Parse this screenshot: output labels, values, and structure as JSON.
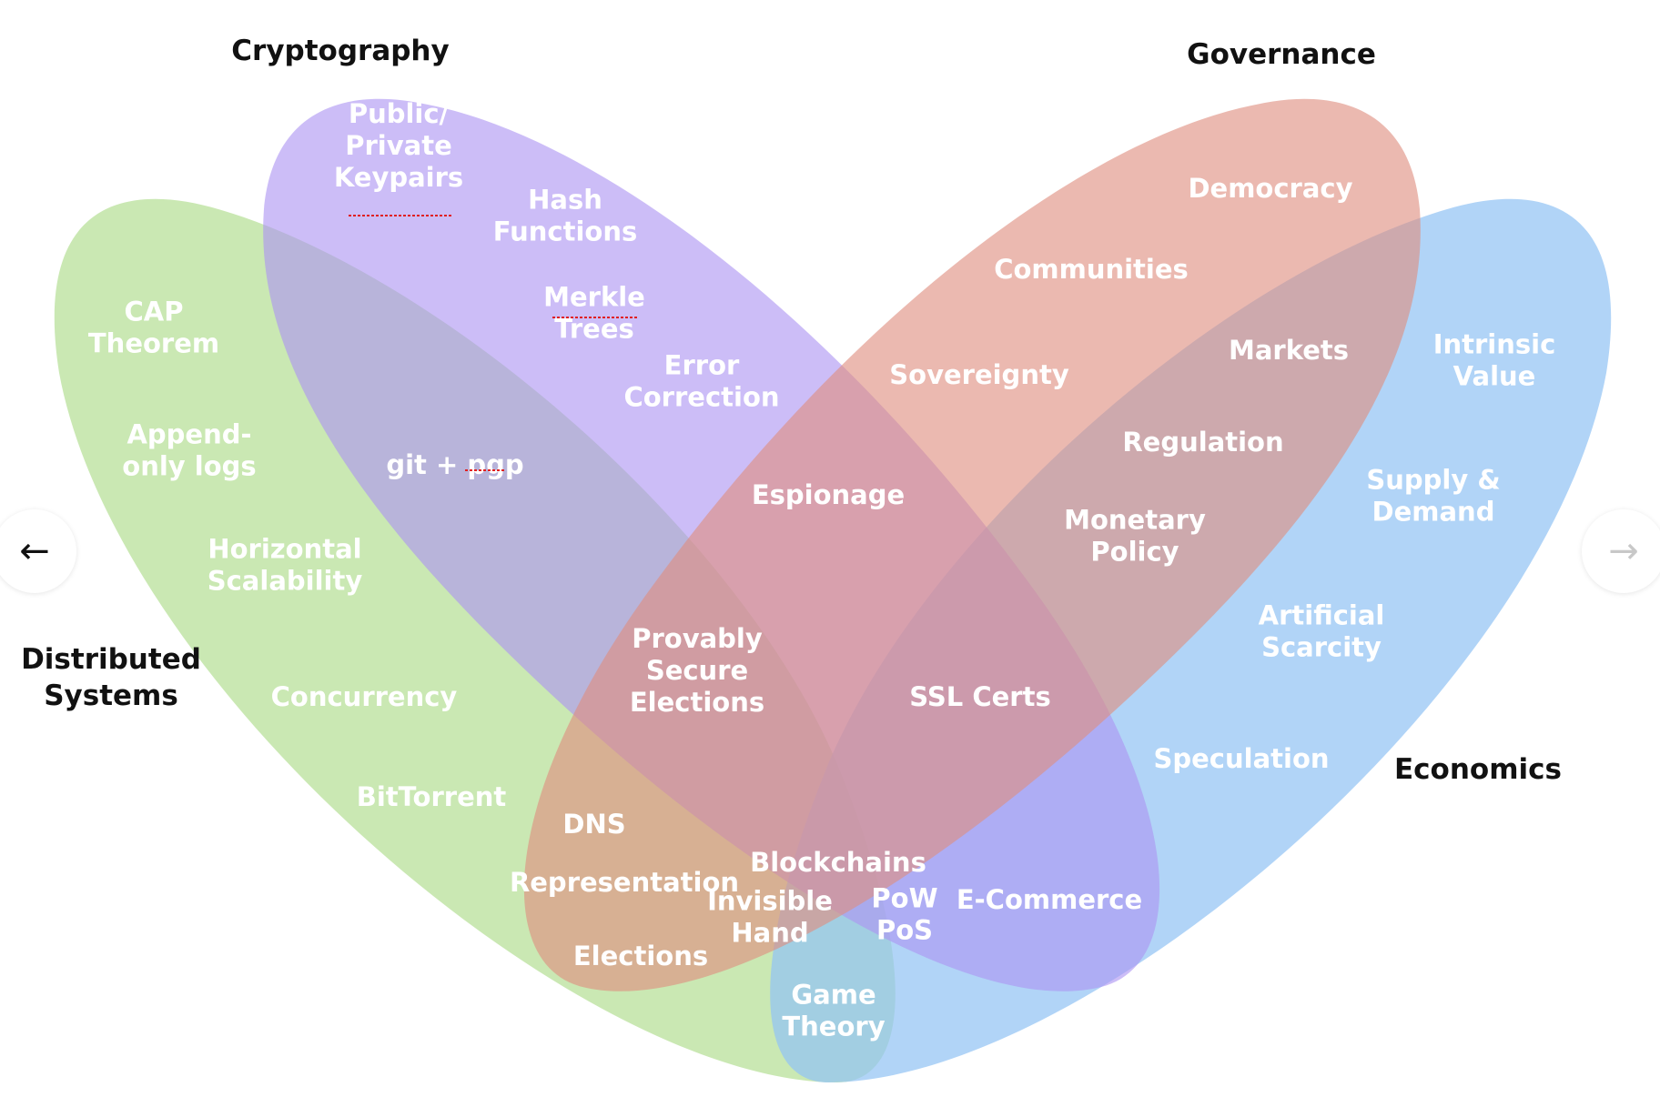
{
  "sets": {
    "distributed_systems": {
      "title": [
        "Distributed",
        "Systems"
      ],
      "color": "#b5df96"
    },
    "cryptography": {
      "title": [
        "Cryptography"
      ],
      "color": "#ad95f2"
    },
    "governance": {
      "title": [
        "Governance"
      ],
      "color": "#de8e80"
    },
    "economics": {
      "title": [
        "Economics"
      ],
      "color": "#93c3f4"
    }
  },
  "labels": {
    "public_private_keypairs": [
      "Public/",
      "Private",
      "Keypairs"
    ],
    "hash_functions": [
      "Hash",
      "Functions"
    ],
    "merkle_trees": [
      "Merkle",
      "Trees"
    ],
    "error_correction": [
      "Error",
      "Correction"
    ],
    "cap_theorem": [
      "CAP",
      "Theorem"
    ],
    "append_only_logs": [
      "Append-",
      "only logs"
    ],
    "git_pgp": [
      "git + pgp"
    ],
    "horizontal_scalability": [
      "Horizontal",
      "Scalability"
    ],
    "concurrency": [
      "Concurrency"
    ],
    "bittorrent": [
      "BitTorrent"
    ],
    "democracy": [
      "Democracy"
    ],
    "communities": [
      "Communities"
    ],
    "sovereignty": [
      "Sovereignty"
    ],
    "markets": [
      "Markets"
    ],
    "regulation": [
      "Regulation"
    ],
    "monetary_policy": [
      "Monetary",
      "Policy"
    ],
    "espionage": [
      "Espionage"
    ],
    "intrinsic_value": [
      "Intrinsic",
      "Value"
    ],
    "supply_demand": [
      "Supply &",
      "Demand"
    ],
    "artificial_scarcity": [
      "Artificial",
      "Scarcity"
    ],
    "speculation": [
      "Speculation"
    ],
    "provably_secure_elections": [
      "Provably",
      "Secure",
      "Elections"
    ],
    "ssl_certs": [
      "SSL Certs"
    ],
    "dns": [
      "DNS"
    ],
    "representation": [
      "Representation"
    ],
    "elections": [
      "Elections"
    ],
    "blockchains": [
      "Blockchains"
    ],
    "invisible_hand": [
      "Invisible",
      "Hand"
    ],
    "pow_pos": [
      "PoW",
      "PoS"
    ],
    "e_commerce": [
      "E-Commerce"
    ],
    "game_theory": [
      "Game",
      "Theory"
    ]
  },
  "navigation": {
    "prev_icon": "arrow-left-icon",
    "next_icon": "arrow-right-icon",
    "prev_glyph": "←",
    "next_glyph": "→"
  }
}
